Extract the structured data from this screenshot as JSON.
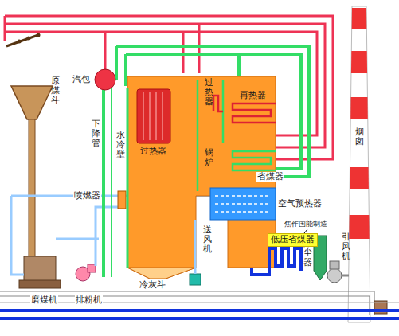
{
  "diagram": {
    "nodes": [
      {
        "text": [
          "低压省煤器"
        ]
      }
    ],
    "labels": [
      "汽包",
      "原煤斗",
      "过热器",
      "再热器",
      "下降管",
      "水冷壁",
      "过热器",
      "锅炉",
      "省煤器",
      "喷燃器",
      "空气预热器",
      "焦作国能制造",
      "送风机",
      "除尘器",
      "引风机",
      "烟囱",
      "冷灰斗",
      "磨煤机",
      "排粉机"
    ]
  }
}
